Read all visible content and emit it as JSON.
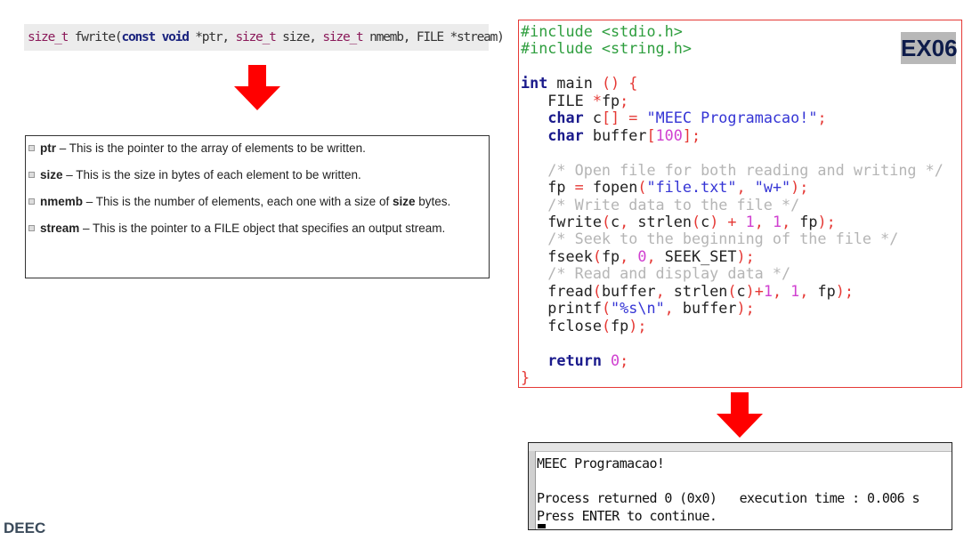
{
  "signature": {
    "ret": "size_t",
    "name": " fwrite(",
    "p1": "const void",
    "p1n": " *ptr, ",
    "p2": "size_t",
    "p2n": " size, ",
    "p3": "size_t",
    "p3n": " nmemb, ",
    "p4": "FILE *stream)"
  },
  "params": [
    {
      "name": "ptr",
      "desc": " – This is the pointer to the array of elements to be written."
    },
    {
      "name": "size",
      "desc": " – This is the size in bytes of each element to be written."
    },
    {
      "name": "nmemb",
      "desc": " – This is the number of elements, each one with a size of ",
      "bold2": "size",
      "desc2": " bytes."
    },
    {
      "name": "stream",
      "desc": " – This is the pointer to a FILE object that specifies an output stream."
    }
  ],
  "badge": "EX06",
  "code": [
    [
      [
        "#include <stdio.h>",
        "pp"
      ]
    ],
    [
      [
        "#include <string.h>",
        "pp"
      ]
    ],
    [],
    [
      [
        "int",
        "kw"
      ],
      [
        " main ",
        "tx"
      ],
      [
        "() {",
        "op"
      ]
    ],
    [
      [
        "   FILE ",
        "tx"
      ],
      [
        "*",
        "op"
      ],
      [
        "fp",
        "tx"
      ],
      [
        ";",
        "op"
      ]
    ],
    [
      [
        "   ",
        "tx"
      ],
      [
        "char",
        "kw"
      ],
      [
        " c",
        "tx"
      ],
      [
        "[]",
        "op"
      ],
      [
        " = ",
        "op"
      ],
      [
        "\"MEEC Programacao!\"",
        "str"
      ],
      [
        ";",
        "op"
      ]
    ],
    [
      [
        "   ",
        "tx"
      ],
      [
        "char",
        "kw"
      ],
      [
        " buffer",
        "tx"
      ],
      [
        "[",
        "op"
      ],
      [
        "100",
        "num"
      ],
      [
        "];",
        "op"
      ]
    ],
    [],
    [
      [
        "   /* Open file for both reading and writing */",
        "cm"
      ]
    ],
    [
      [
        "   fp ",
        "tx"
      ],
      [
        "=",
        "op"
      ],
      [
        " fopen",
        "tx"
      ],
      [
        "(",
        "op"
      ],
      [
        "\"file.txt\"",
        "str"
      ],
      [
        ", ",
        "op"
      ],
      [
        "\"w+\"",
        "str"
      ],
      [
        ");",
        "op"
      ]
    ],
    [
      [
        "   /* Write data to the file */",
        "cm"
      ]
    ],
    [
      [
        "   fwrite",
        "tx"
      ],
      [
        "(",
        "op"
      ],
      [
        "c",
        "tx"
      ],
      [
        ", ",
        "op"
      ],
      [
        "strlen",
        "tx"
      ],
      [
        "(",
        "op"
      ],
      [
        "c",
        "tx"
      ],
      [
        ") + ",
        "op"
      ],
      [
        "1",
        "num"
      ],
      [
        ", ",
        "op"
      ],
      [
        "1",
        "num"
      ],
      [
        ", ",
        "op"
      ],
      [
        "fp",
        "tx"
      ],
      [
        ");",
        "op"
      ]
    ],
    [
      [
        "   /* Seek to the beginning of the file */",
        "cm"
      ]
    ],
    [
      [
        "   fseek",
        "tx"
      ],
      [
        "(",
        "op"
      ],
      [
        "fp",
        "tx"
      ],
      [
        ", ",
        "op"
      ],
      [
        "0",
        "num"
      ],
      [
        ", ",
        "op"
      ],
      [
        "SEEK_SET",
        "tx"
      ],
      [
        ");",
        "op"
      ]
    ],
    [
      [
        "   /* Read and display data */",
        "cm"
      ]
    ],
    [
      [
        "   fread",
        "tx"
      ],
      [
        "(",
        "op"
      ],
      [
        "buffer",
        "tx"
      ],
      [
        ", ",
        "op"
      ],
      [
        "strlen",
        "tx"
      ],
      [
        "(",
        "op"
      ],
      [
        "c",
        "tx"
      ],
      [
        ")+",
        "op"
      ],
      [
        "1",
        "num"
      ],
      [
        ", ",
        "op"
      ],
      [
        "1",
        "num"
      ],
      [
        ", ",
        "op"
      ],
      [
        "fp",
        "tx"
      ],
      [
        ");",
        "op"
      ]
    ],
    [
      [
        "   printf",
        "tx"
      ],
      [
        "(",
        "op"
      ],
      [
        "\"%s\\n\"",
        "str"
      ],
      [
        ", ",
        "op"
      ],
      [
        "buffer",
        "tx"
      ],
      [
        ");",
        "op"
      ]
    ],
    [
      [
        "   fclose",
        "tx"
      ],
      [
        "(",
        "op"
      ],
      [
        "fp",
        "tx"
      ],
      [
        ");",
        "op"
      ]
    ],
    [],
    [
      [
        "   ",
        "tx"
      ],
      [
        "return",
        "kw"
      ],
      [
        " ",
        "tx"
      ],
      [
        "0",
        "num"
      ],
      [
        ";",
        "op"
      ]
    ],
    [
      [
        "}",
        "op"
      ]
    ]
  ],
  "terminal": {
    "line1": "MEEC Programacao!",
    "line2": "Process returned 0 (0x0)   execution time : 0.006 s",
    "line3": "Press ENTER to continue."
  },
  "footer": "DEEC",
  "colors": {
    "arrow": "#ff0000",
    "code_border": "#e53935"
  }
}
